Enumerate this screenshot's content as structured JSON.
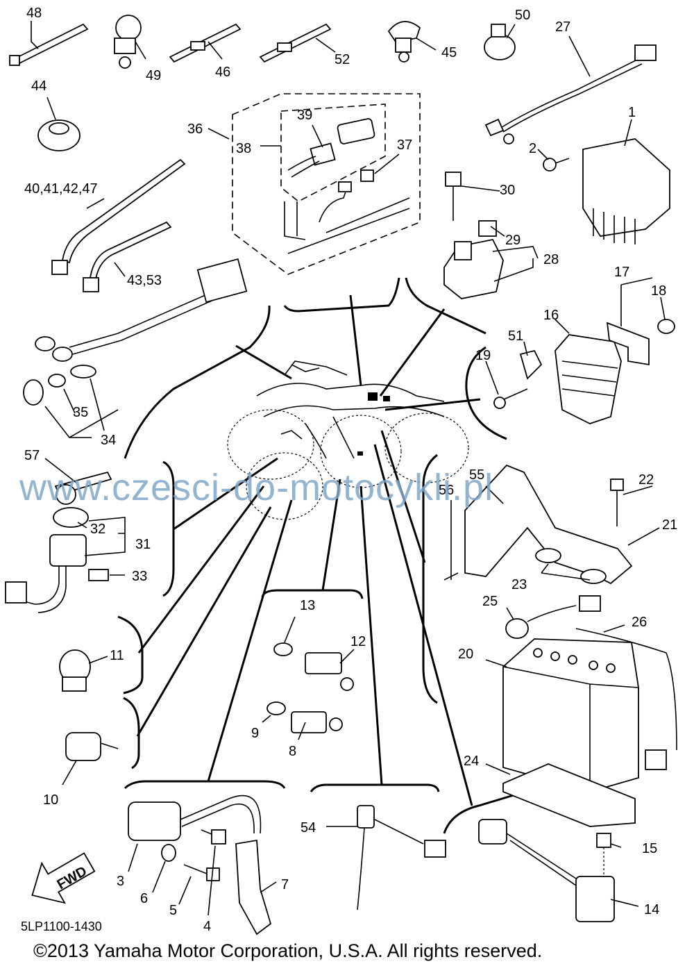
{
  "diagram": {
    "part_labels": [
      "48",
      "49",
      "46",
      "52",
      "45",
      "50",
      "27",
      "1",
      "2",
      "44",
      "36",
      "38",
      "39",
      "37",
      "30",
      "29",
      "28",
      "40,41,42,47",
      "43,53",
      "17",
      "18",
      "16",
      "51",
      "19",
      "35",
      "34",
      "57",
      "55",
      "22",
      "56",
      "21",
      "32",
      "31",
      "33",
      "23",
      "25",
      "26",
      "13",
      "12",
      "20",
      "11",
      "9",
      "8",
      "24",
      "10",
      "54",
      "15",
      "3",
      "6",
      "5",
      "4",
      "7",
      "14"
    ],
    "fwd_label": "FWD",
    "diagram_code": "5LP1100-1430",
    "watermark": "www.czesci-do-motocykli.pl",
    "copyright": "©2013 Yamaha Motor Corporation, U.S.A. All rights reserved.",
    "colors": {
      "ink": "#000000",
      "watermark": "#7fa7c8",
      "background": "#ffffff"
    }
  }
}
